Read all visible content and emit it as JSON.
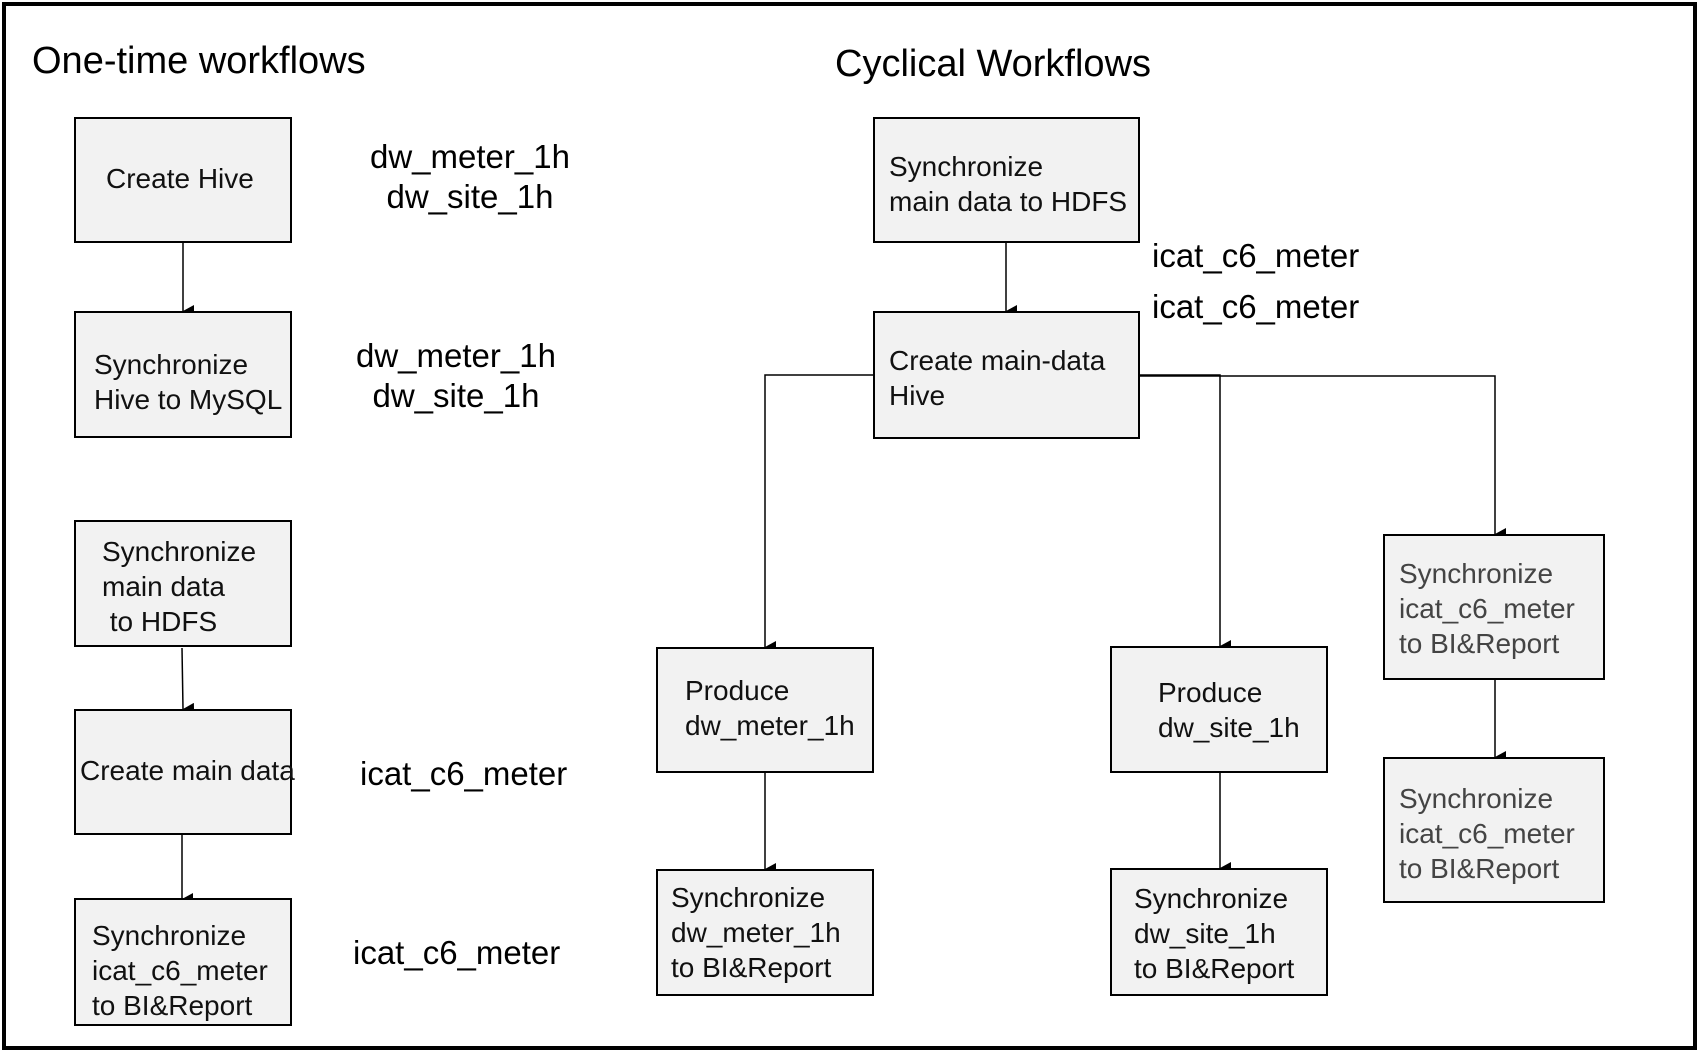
{
  "titles": {
    "one_time": "One-time workflows",
    "cyclical": "Cyclical Workflows"
  },
  "one_time": {
    "create_hive": "Create Hive",
    "create_hive_tables": "dw_meter_1h\ndw_site_1h",
    "sync_hive_mysql": "Synchronize\nHive to MySQL",
    "sync_hive_mysql_tables": "dw_meter_1h\ndw_site_1h",
    "sync_main_hdfs": "Synchronize\nmain data\n to HDFS",
    "create_main_data": "Create main data",
    "create_main_data_table": "icat_c6_meter",
    "sync_icat_bi": "Synchronize\nicat_c6_meter\nto BI&Report",
    "sync_icat_bi_table": "icat_c6_meter"
  },
  "cyclical": {
    "sync_main_hdfs": "Synchronize\nmain data to HDFS",
    "sync_main_hdfs_table": "icat_c6_meter",
    "create_main_hive_table": "icat_c6_meter",
    "create_main_hive": "Create main-data\nHive",
    "produce_meter": "Produce\ndw_meter_1h",
    "sync_meter_bi": "Synchronize\ndw_meter_1h\nto BI&Report",
    "produce_site": "Produce\ndw_site_1h",
    "sync_site_bi": "Synchronize\ndw_site_1h\nto BI&Report",
    "sync_icat_bi_1": "Synchronize\nicat_c6_meter\nto BI&Report",
    "sync_icat_bi_2": "Synchronize\nicat_c6_meter\nto BI&Report"
  }
}
